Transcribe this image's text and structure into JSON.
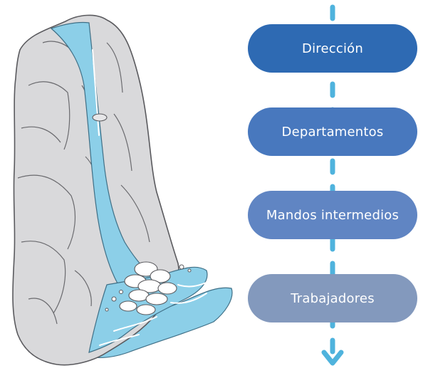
{
  "diagram": {
    "stages": [
      {
        "label": "Dirección",
        "color": "#2e6ab3"
      },
      {
        "label": "Departamentos",
        "color": "#4878be"
      },
      {
        "label": "Mandos intermedios",
        "color": "#6085c3"
      },
      {
        "label": "Trabajadores",
        "color": "#8399bd"
      }
    ],
    "connector_color": "#4fb3dd",
    "illustration": {
      "rock_color": "#d9d9db",
      "rock_outline": "#5a5a5e",
      "water_color": "#8ccfe8",
      "foam_color": "#ffffff"
    }
  }
}
